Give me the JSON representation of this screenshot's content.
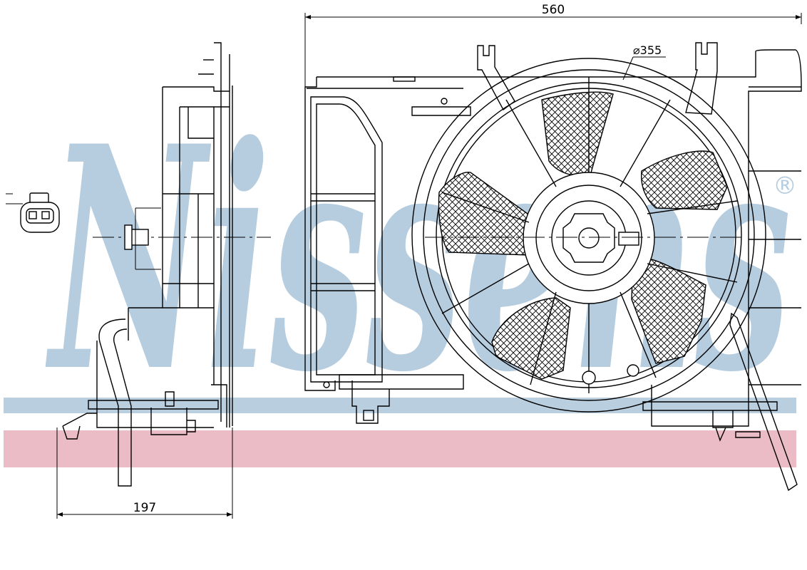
{
  "diagram": {
    "width_label": "560",
    "depth_label": "197",
    "fan_diameter_label": "⌀355",
    "watermark": {
      "brand": "Nissens",
      "registered_symbol": "®",
      "stripe_blue": "#b9cfe0",
      "stripe_pink": "#ecbcc6",
      "letter_color": "#b6cde0"
    }
  }
}
